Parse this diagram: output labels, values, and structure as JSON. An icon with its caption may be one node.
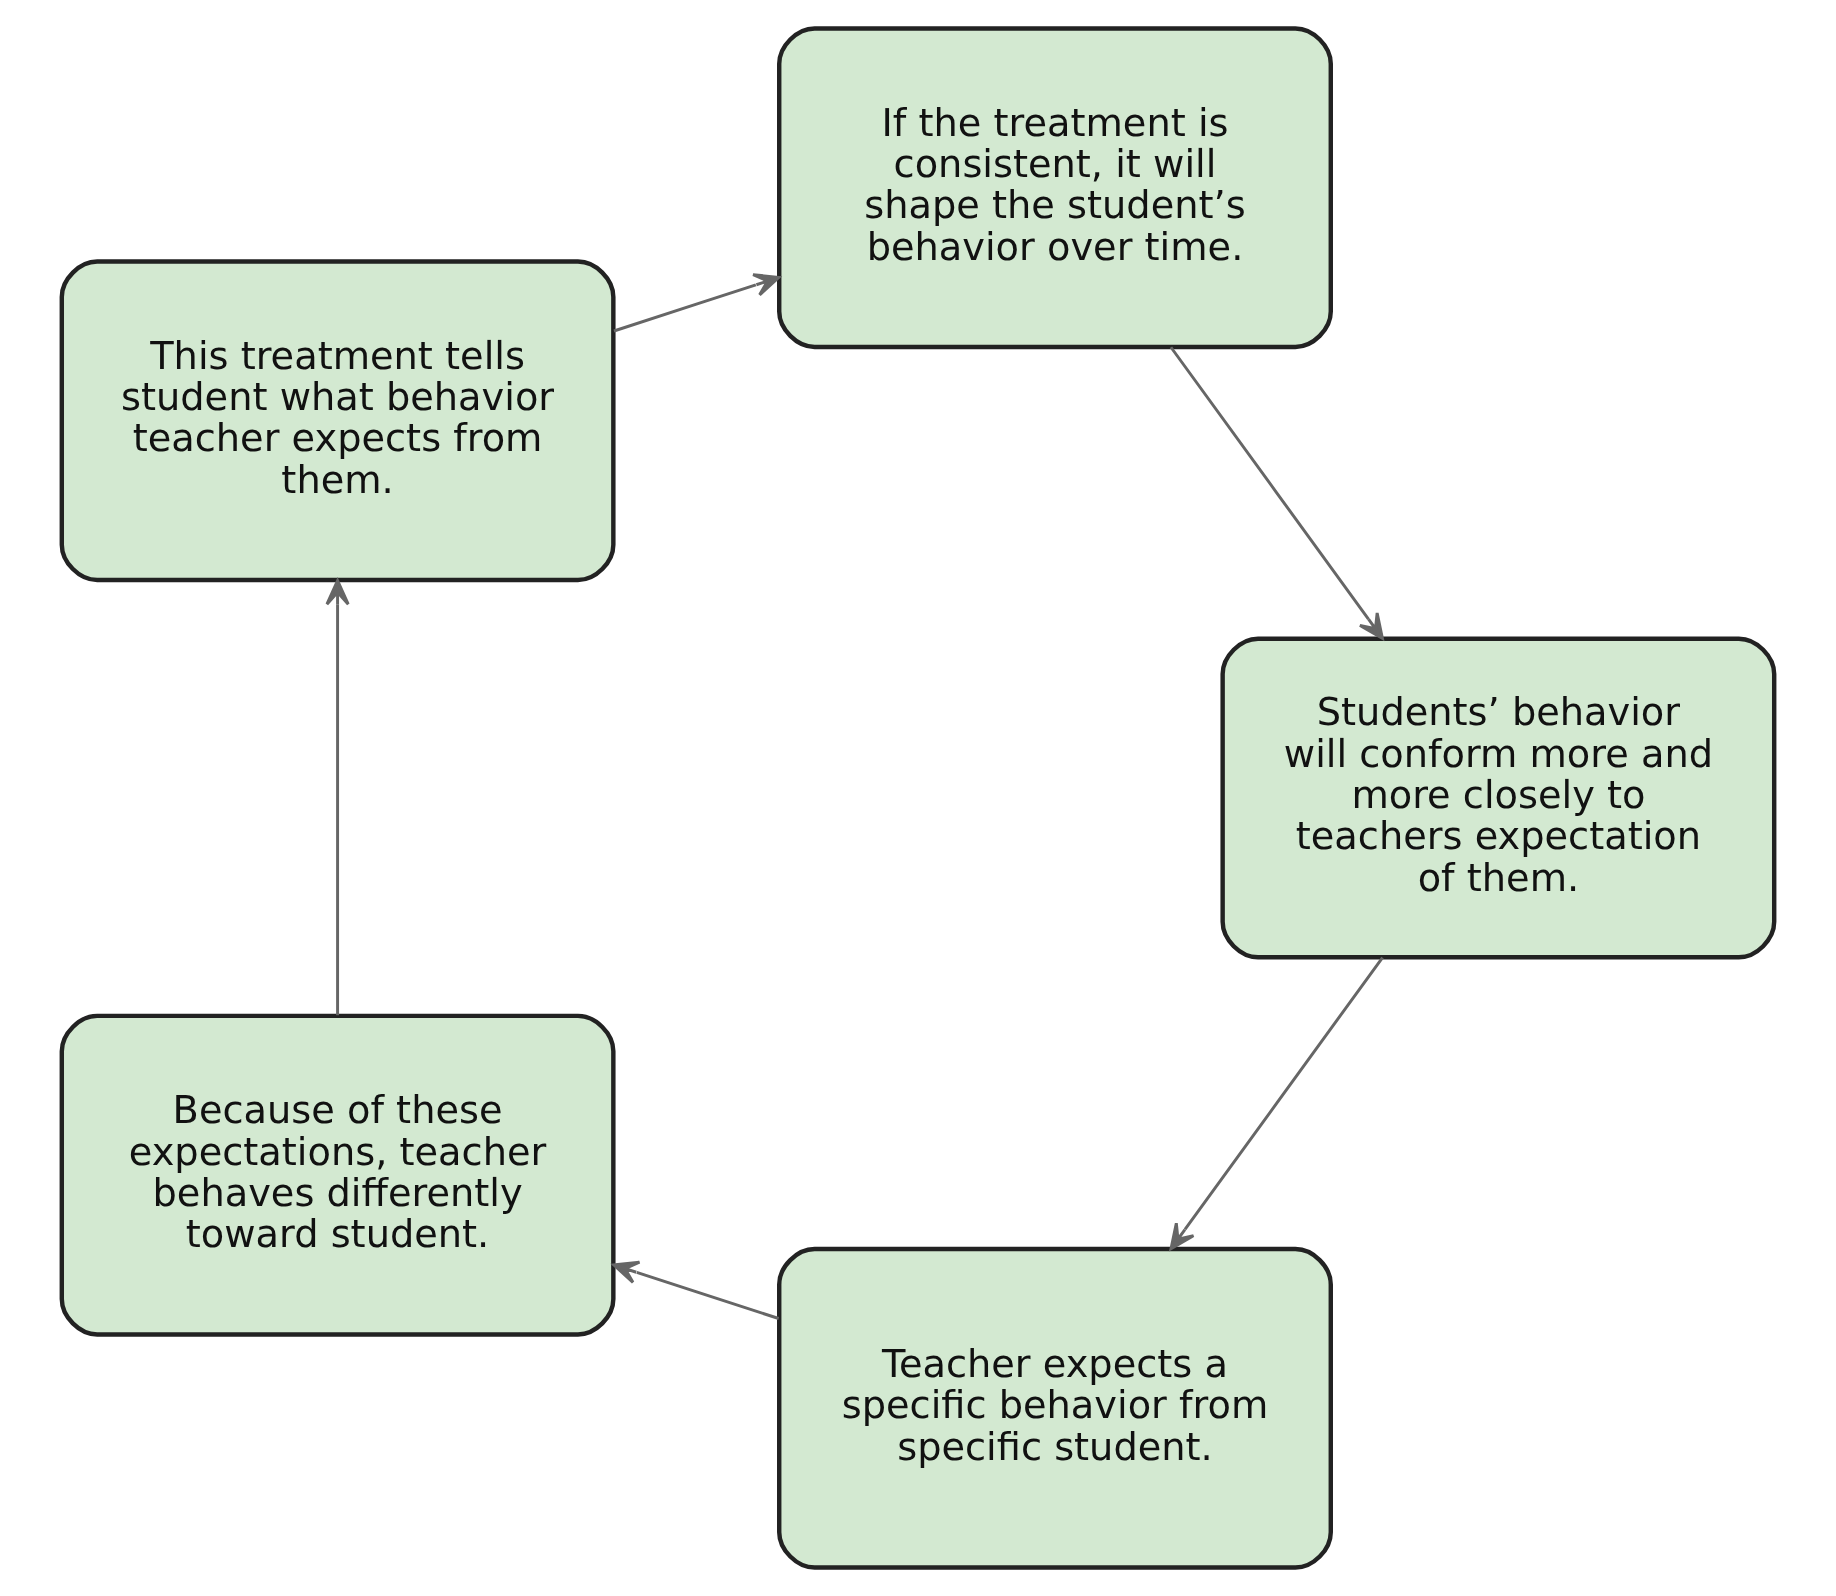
{
  "diagram": {
    "nodes": [
      {
        "text": [
          "Teacher expects a specific behavior from specific student."
        ]
      },
      {
        "text": [
          "Because of these expectations, teacher behaves differently toward student."
        ]
      },
      {
        "text": [
          "This treatment tells student what behavior teacher expects from them."
        ]
      },
      {
        "text": [
          "If the treatment is consistent, it will shape the student’s behavior over time."
        ]
      },
      {
        "text": [
          "Students’ behavior will conform more and more closely to teachers expectation of them."
        ]
      }
    ],
    "edges": [
      {
        "from": 0,
        "to": 1,
        "arrow": "to"
      },
      {
        "from": 1,
        "to": 2,
        "arrow": "to"
      },
      {
        "from": 2,
        "to": 3,
        "arrow": "to"
      },
      {
        "from": 3,
        "to": 4,
        "arrow": "to"
      },
      {
        "from": 4,
        "to": 0,
        "arrow": "to"
      }
    ]
  }
}
